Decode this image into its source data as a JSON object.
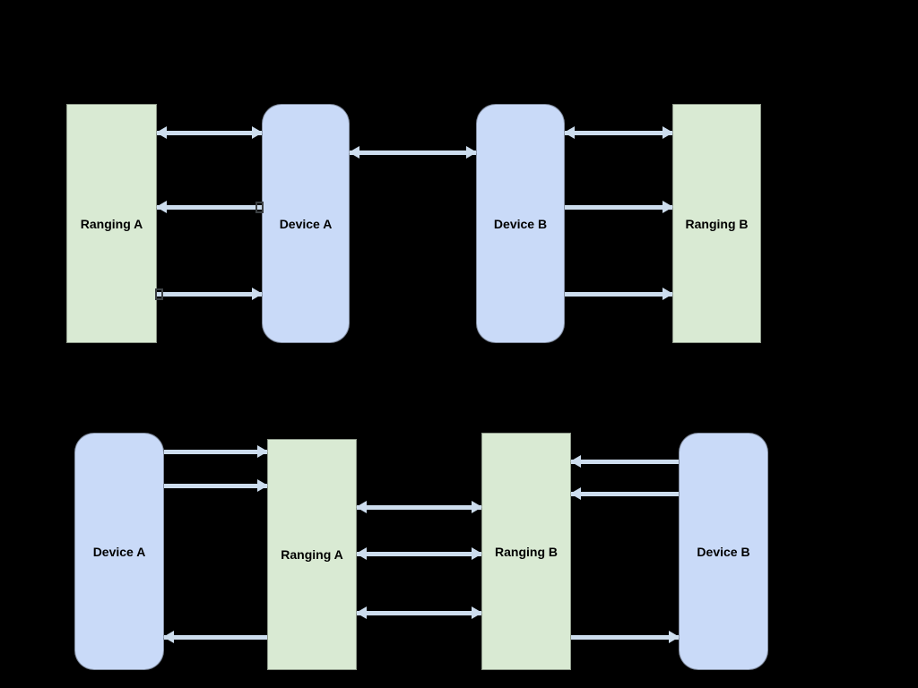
{
  "diagram": {
    "background_color": "#000000",
    "colors": {
      "background_color": "#000000",
      "ranging_fill": "#d9ead3",
      "device_fill": "#c9daf8",
      "arrow_color": "#cdddee",
      "label_color": "#000000"
    },
    "sections": {
      "top": {
        "nodes": [
          {
            "label": "Ranging A",
            "kind": "ranging"
          },
          {
            "label": "Device A",
            "kind": "device"
          },
          {
            "label": "Device B",
            "kind": "device"
          },
          {
            "label": "Ranging B",
            "kind": "ranging"
          }
        ],
        "connections": [
          {
            "from": "Ranging A",
            "to": "Device A",
            "direction": "bidirectional"
          },
          {
            "from": "Device A",
            "to": "Device B",
            "direction": "bidirectional"
          },
          {
            "from": "Device B",
            "to": "Ranging B",
            "direction": "bidirectional"
          },
          {
            "from": "Device A",
            "to": "Ranging A",
            "direction": "one-way"
          },
          {
            "from": "Device B",
            "to": "Ranging B",
            "direction": "one-way"
          },
          {
            "from": "Ranging A",
            "to": "Device A",
            "direction": "one-way"
          },
          {
            "from": "Device B",
            "to": "Ranging B",
            "direction": "one-way"
          }
        ]
      },
      "bottom": {
        "nodes": [
          {
            "label": "Device A",
            "kind": "device"
          },
          {
            "label": "Ranging A",
            "kind": "ranging"
          },
          {
            "label": "Ranging B",
            "kind": "ranging"
          },
          {
            "label": "Device B",
            "kind": "device"
          }
        ],
        "connections": [
          {
            "from": "Device A",
            "to": "Ranging A",
            "direction": "one-way"
          },
          {
            "from": "Device A",
            "to": "Ranging A",
            "direction": "one-way"
          },
          {
            "from": "Device B",
            "to": "Ranging B",
            "direction": "one-way"
          },
          {
            "from": "Device B",
            "to": "Ranging B",
            "direction": "one-way"
          },
          {
            "from": "Ranging A",
            "to": "Ranging B",
            "direction": "bidirectional"
          },
          {
            "from": "Ranging A",
            "to": "Ranging B",
            "direction": "bidirectional"
          },
          {
            "from": "Ranging A",
            "to": "Ranging B",
            "direction": "bidirectional"
          },
          {
            "from": "Ranging A",
            "to": "Device A",
            "direction": "one-way"
          },
          {
            "from": "Ranging B",
            "to": "Device B",
            "direction": "one-way"
          }
        ]
      }
    }
  }
}
